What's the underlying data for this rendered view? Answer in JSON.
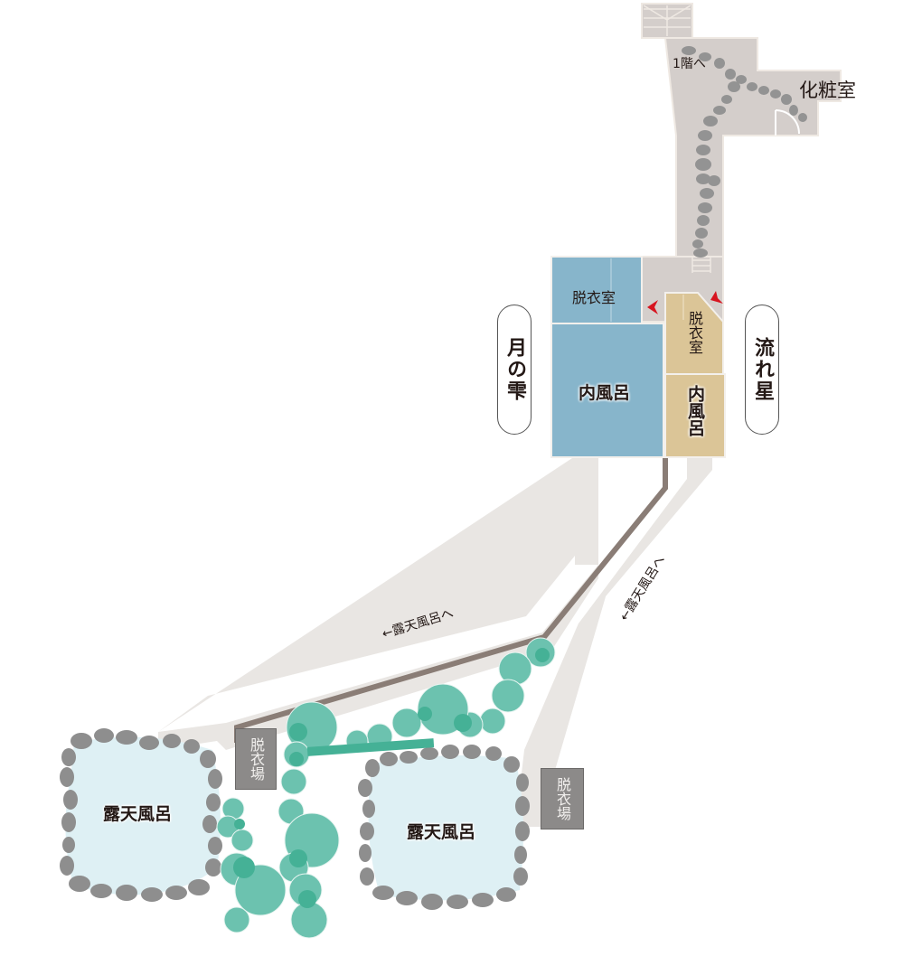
{
  "map": {
    "upper_area": {
      "stairs_label": "1階へ",
      "powder_room_label": "化粧室"
    },
    "bath_tsuki_no_shizuku": {
      "name": "月の雫",
      "dressing_room_label": "脱衣室",
      "indoor_bath_label": "内風呂",
      "color": "#87b5cb"
    },
    "bath_nagareboshi": {
      "name": "流れ星",
      "dressing_room_label": "脱衣室",
      "indoor_bath_label": "内風呂",
      "color": "#dbc597"
    },
    "paths": {
      "left_path_label": "←露天風呂へ",
      "right_path_label": "←露天風呂へ"
    },
    "outdoor_baths": [
      {
        "label": "露天風呂",
        "changing_area_label": "脱衣場"
      },
      {
        "label": "露天風呂",
        "changing_area_label": "脱衣場"
      }
    ],
    "colors": {
      "corridor": "#d4cecb",
      "path": "#e9e6e3",
      "wall": "#8a7d76",
      "stone": "#8e8e8e",
      "water": "#def0f4",
      "tree": "#6cc2af",
      "tree_dark": "#45b196",
      "arrow": "#d7141f"
    }
  }
}
